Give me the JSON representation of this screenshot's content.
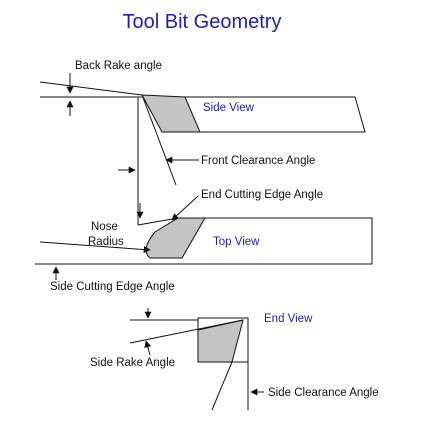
{
  "title": "Tool Bit Geometry",
  "views": {
    "side": "Side View",
    "top": "Top View",
    "end": "End View"
  },
  "labels": {
    "back_rake": "Back Rake angle",
    "front_clearance": "Front Clearance Angle",
    "end_cutting_edge": "End Cutting Edge Angle",
    "nose": "Nose",
    "radius": "Radius",
    "side_cutting_edge": "Side Cutting Edge Angle",
    "side_rake": "Side Rake Angle",
    "side_clearance": "Side Clearance Angle"
  },
  "colors": {
    "title": "#1a22b4",
    "view_label": "#1a22b4",
    "fill": "#c4c4c4",
    "line": "#111111"
  }
}
